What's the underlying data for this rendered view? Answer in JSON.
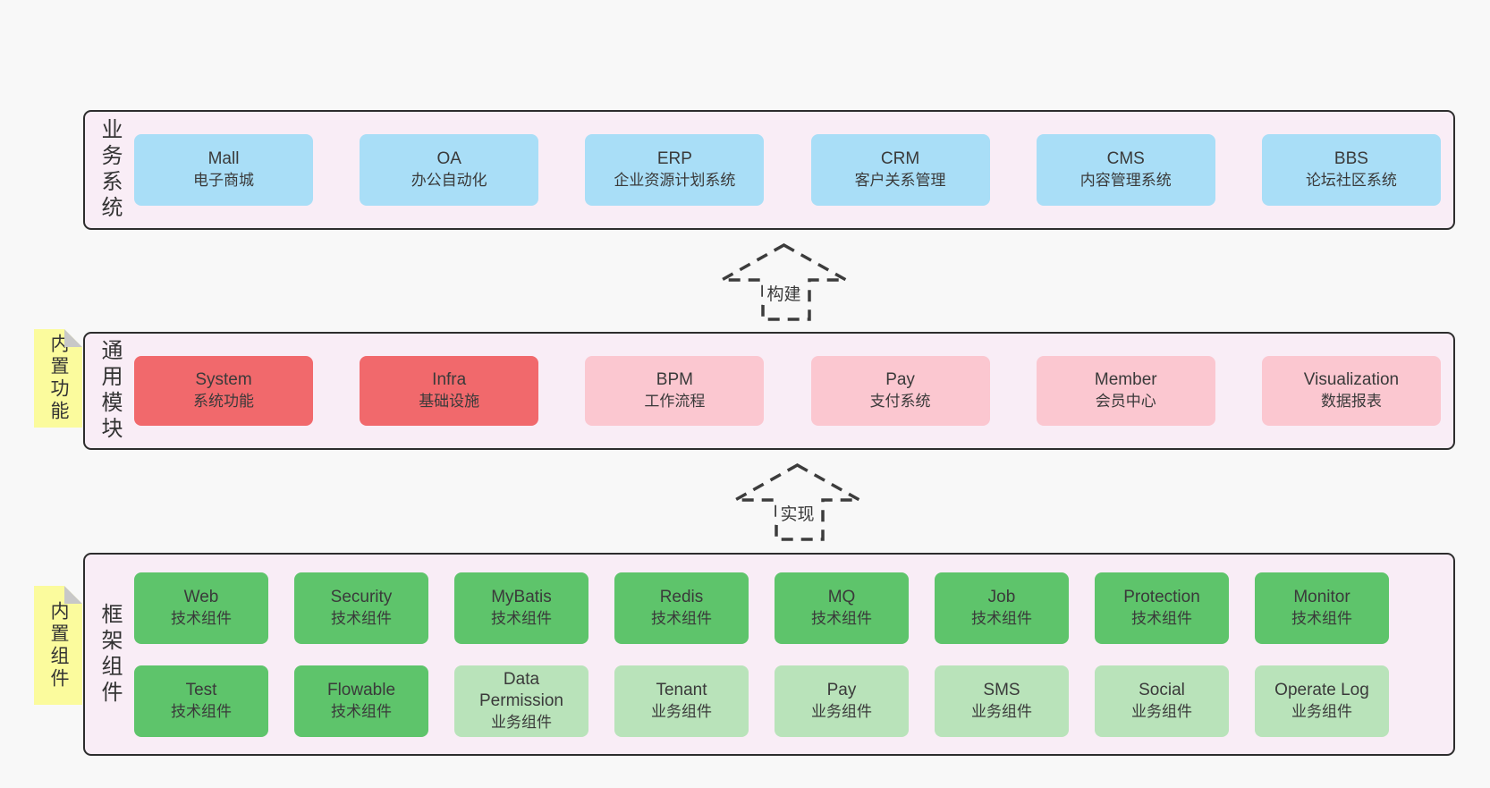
{
  "page": {
    "background": "#f8f8f8"
  },
  "colors": {
    "band_background": "#f9edf6",
    "band_border": "#2d2d2d",
    "blue_box": "#a9def7",
    "red_box": "#f1696c",
    "pink_box": "#fbc7d0",
    "green_box": "#5ec46b",
    "light_green_box": "#b9e3ba",
    "note_background": "#fbfb9d",
    "note_fold": "#c8c8c8",
    "text": "#3a3a3a"
  },
  "arrows": [
    {
      "label": "构建"
    },
    {
      "label": "实现"
    }
  ],
  "bands": [
    {
      "label": "业务系统",
      "boxes_row1": [
        {
          "name": "Mall",
          "desc": "电子商城"
        },
        {
          "name": "OA",
          "desc": "办公自动化"
        },
        {
          "name": "ERP",
          "desc": "企业资源计划系统"
        },
        {
          "name": "CRM",
          "desc": "客户关系管理"
        },
        {
          "name": "CMS",
          "desc": "内容管理系统"
        },
        {
          "name": "BBS",
          "desc": "论坛社区系统"
        }
      ]
    },
    {
      "label": "通用模块",
      "note": "内置功能",
      "boxes_row1": [
        {
          "name": "System",
          "desc": "系统功能"
        },
        {
          "name": "Infra",
          "desc": "基础设施"
        },
        {
          "name": "BPM",
          "desc": "工作流程"
        },
        {
          "name": "Pay",
          "desc": "支付系统"
        },
        {
          "name": "Member",
          "desc": "会员中心"
        },
        {
          "name": "Visualization",
          "desc": "数据报表"
        }
      ]
    },
    {
      "label": "框架组件",
      "note": "内置组件",
      "boxes_row1": [
        {
          "name": "Web",
          "desc": "技术组件"
        },
        {
          "name": "Security",
          "desc": "技术组件"
        },
        {
          "name": "MyBatis",
          "desc": "技术组件"
        },
        {
          "name": "Redis",
          "desc": "技术组件"
        },
        {
          "name": "MQ",
          "desc": "技术组件"
        },
        {
          "name": "Job",
          "desc": "技术组件"
        },
        {
          "name": "Protection",
          "desc": "技术组件"
        },
        {
          "name": "Monitor",
          "desc": "技术组件"
        }
      ],
      "boxes_row2": [
        {
          "name": "Test",
          "desc": "技术组件"
        },
        {
          "name": "Flowable",
          "desc": "技术组件"
        },
        {
          "name": "Data Permission",
          "desc": "业务组件"
        },
        {
          "name": "Tenant",
          "desc": "业务组件"
        },
        {
          "name": "Pay",
          "desc": "业务组件"
        },
        {
          "name": "SMS",
          "desc": "业务组件"
        },
        {
          "name": "Social",
          "desc": "业务组件"
        },
        {
          "name": "Operate Log",
          "desc": "业务组件"
        }
      ]
    }
  ]
}
